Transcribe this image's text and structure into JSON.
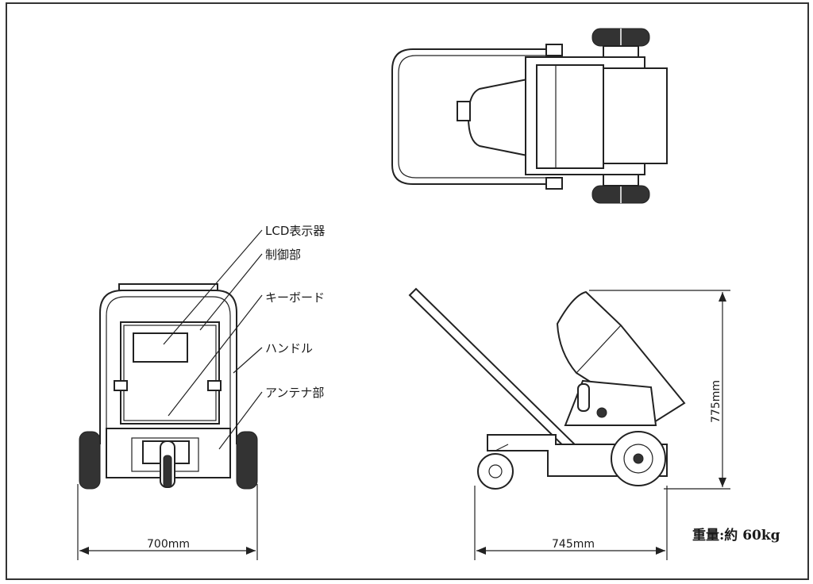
{
  "labels": {
    "lcd": "LCD表示器",
    "control": "制御部",
    "keyboard": "キーボード",
    "handle": "ハンドル",
    "antenna": "アンテナ部"
  },
  "dimensions": {
    "width": "700mm",
    "length": "745mm",
    "height": "775mm"
  },
  "weight": "重量:約 60kg"
}
